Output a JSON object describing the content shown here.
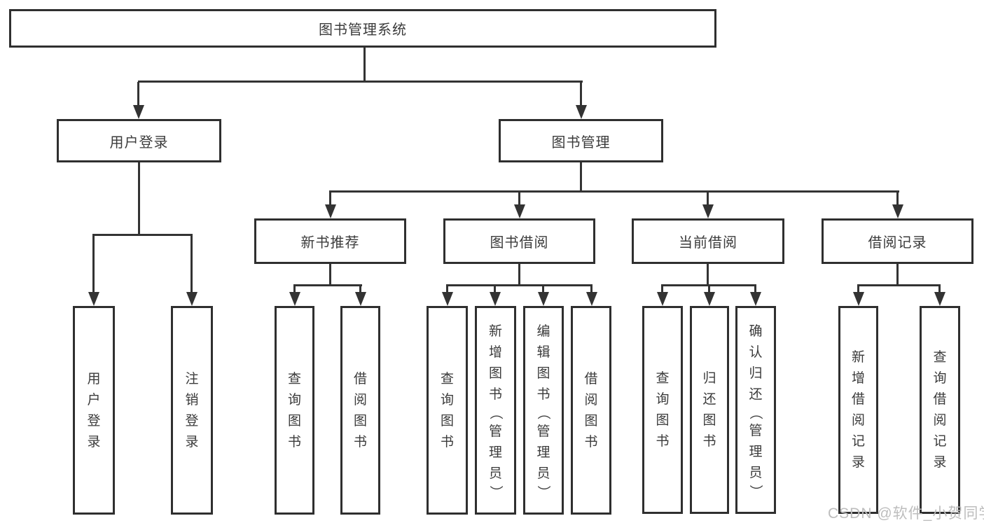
{
  "tree": {
    "root": "图书管理系统",
    "level2": [
      "用户登录",
      "图书管理"
    ],
    "level3": [
      "新书推荐",
      "图书借阅",
      "当前借阅",
      "借阅记录"
    ],
    "leaves_user": [
      "用户登录",
      "注销登录"
    ],
    "leaves_newbook": [
      "查询图书",
      "借阅图书"
    ],
    "leaves_borrow": [
      "查询图书",
      "新增图书（管理员）",
      "编辑图书（管理员）",
      "借阅图书"
    ],
    "leaves_current": [
      "查询图书",
      "归还图书",
      "确认归还（管理员）"
    ],
    "leaves_records": [
      "新增借阅记录",
      "查询借阅记录"
    ]
  },
  "watermark": "CSDN @软件_小贺同学",
  "colors": {
    "line": "#333333",
    "border": "#2f2f2f",
    "text": "#3b3b3b",
    "watermark": "#bdbdbd",
    "background": "#ffffff"
  }
}
